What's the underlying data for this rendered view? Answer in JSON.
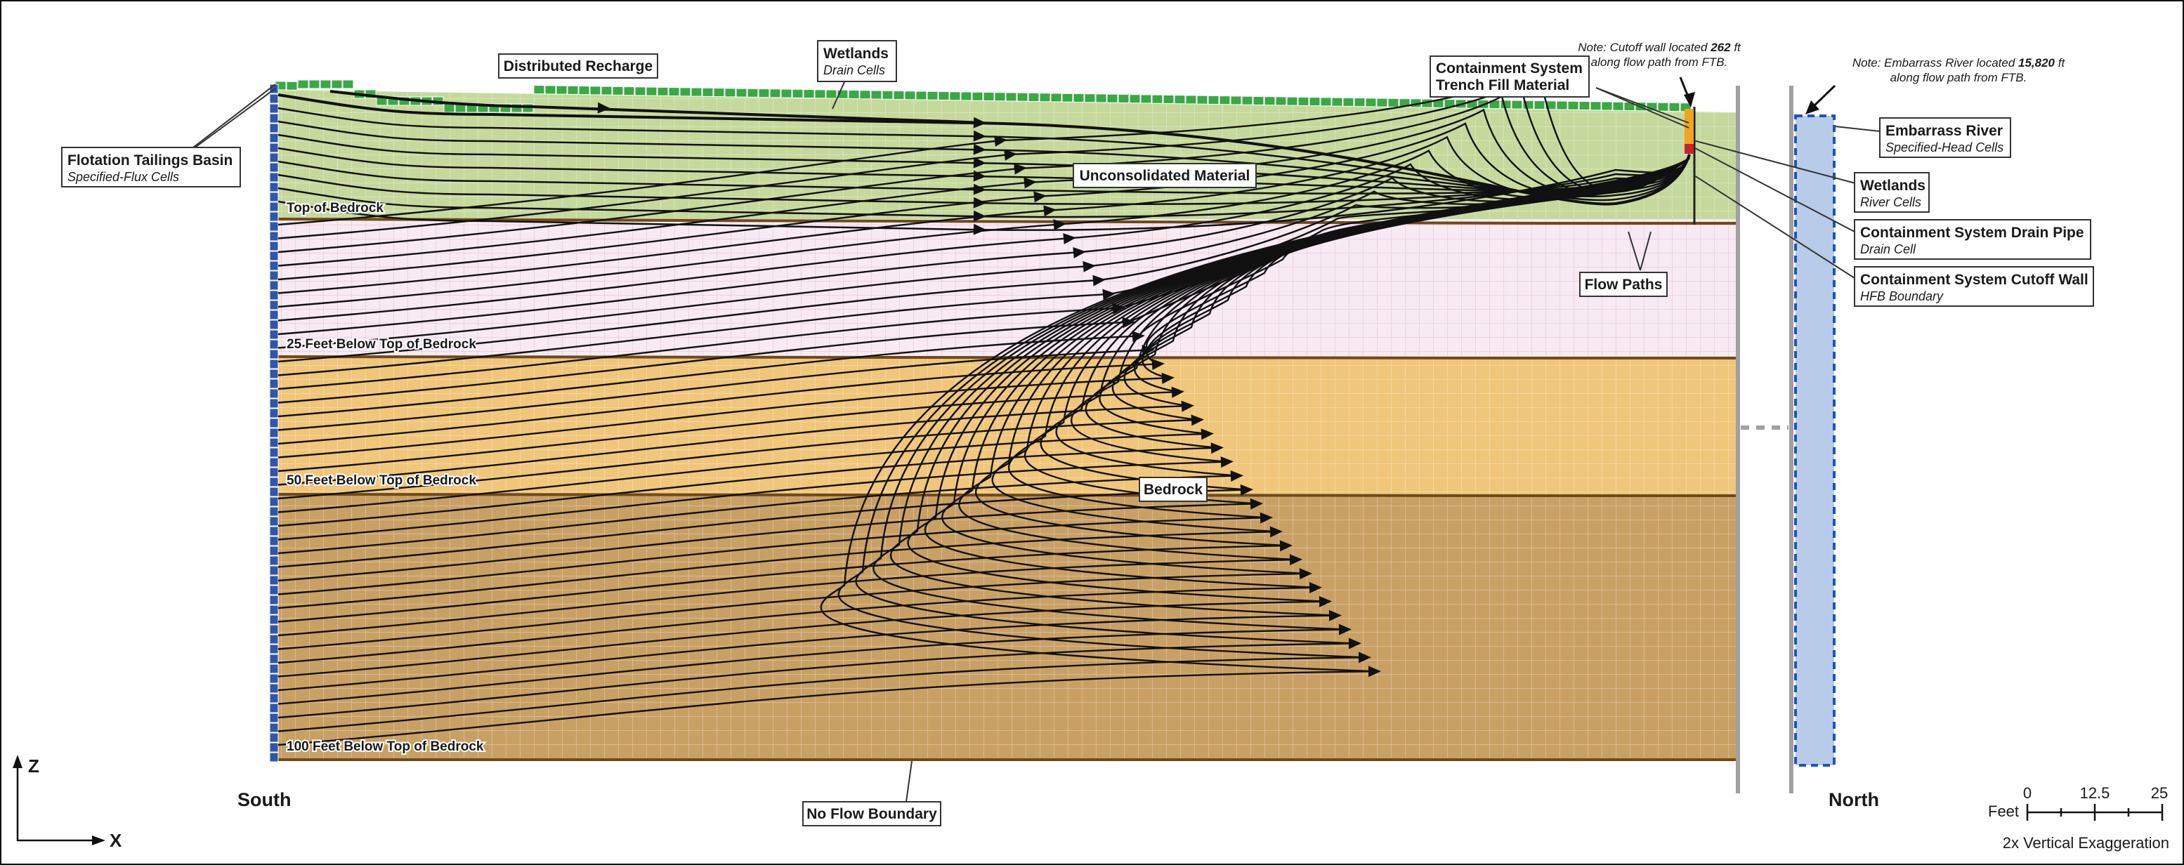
{
  "colors": {
    "unconsolidated": "#c6d99c",
    "bedrock_pink": "#f7eaf2",
    "bedrock_orange": "#f0c67a",
    "bedrock_tan": "#c9a064",
    "recharge_green": "#39a845",
    "tailings_blue": "#2f56a8",
    "river_blue": "#b8cbe9",
    "river_dash": "#1f55b5",
    "trench_orange": "#f2a31f",
    "drain_red": "#cc2030",
    "layer_brown": "#6e4a1c",
    "gray_wall": "#a0a0a0",
    "flow_line": "#111111"
  },
  "labels": {
    "distributed_recharge": "Distributed Recharge",
    "wetlands_drain_title": "Wetlands",
    "wetlands_drain_sub": "Drain Cells",
    "ftb_title": "Flotation Tailings Basin",
    "ftb_sub": "Specified-Flux Cells",
    "unconsolidated": "Unconsolidated Material",
    "top_of_bedrock": "Top of Bedrock",
    "bedrock_25": "25 Feet Below Top of Bedrock",
    "bedrock_50": "50 Feet Below Top of Bedrock",
    "bedrock_100": "100 Feet Below Top of Bedrock",
    "bedrock": "Bedrock",
    "no_flow_boundary": "No Flow Boundary",
    "flow_paths": "Flow Paths",
    "containment_trench_line1": "Containment System",
    "containment_trench_line2": "Trench Fill Material",
    "note_cutoff_prefix": "Note: Cutoff wall located ",
    "note_cutoff_value": "262",
    "note_cutoff_unit": " ft",
    "note_cutoff_line2": "along flow path from FTB.",
    "note_river_prefix": "Note: Embarrass River located ",
    "note_river_value": "15,820",
    "note_river_unit": " ft",
    "note_river_line2": "along flow path from FTB.",
    "embarrass_title": "Embarrass River",
    "embarrass_sub": "Specified-Head Cells",
    "wetlands_river_title": "Wetlands",
    "wetlands_river_sub": "River Cells",
    "drain_pipe_title": "Containment System Drain Pipe",
    "drain_pipe_sub": "Drain Cell",
    "cutoff_wall_title": "Containment System Cutoff Wall",
    "cutoff_wall_sub": "HFB Boundary",
    "south": "South",
    "north": "North",
    "axis_z": "Z",
    "axis_x": "X",
    "scale_unit": "Feet",
    "scale_ticks": [
      "0",
      "12.5",
      "25"
    ],
    "vertical_exaggeration": "2x Vertical Exaggeration"
  }
}
